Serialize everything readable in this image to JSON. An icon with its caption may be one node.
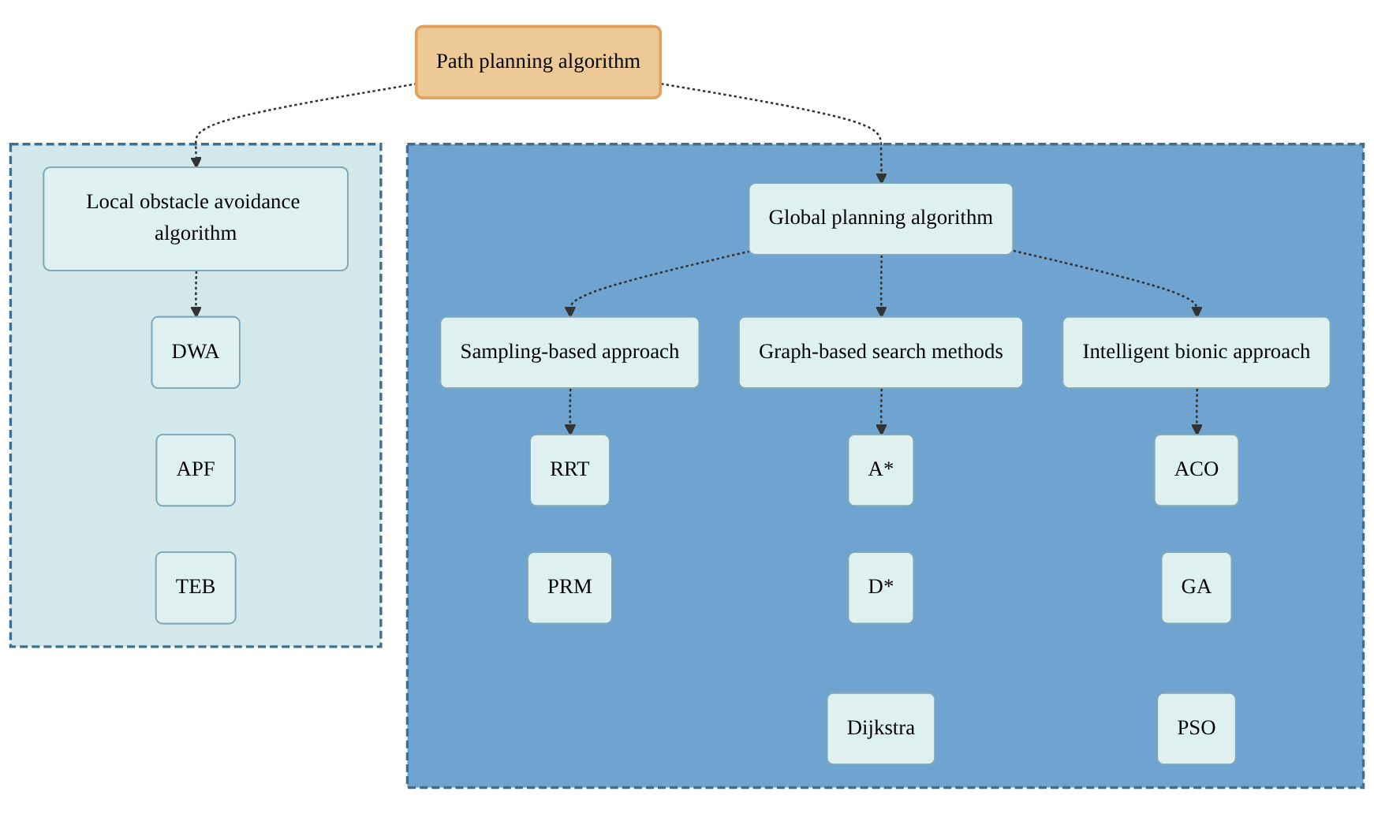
{
  "diagram": {
    "nodes": [
      {
        "text": [
          "Path planning algorithm"
        ]
      },
      {
        "text": [],
        "shape": "box"
      },
      {
        "text": [
          "Global planning algorithm"
        ],
        "in": 1
      },
      {
        "text": [
          "Sampling-based approach"
        ],
        "in": 1
      },
      {
        "text": [
          "Graph-based search methods"
        ],
        "in": 1
      },
      {
        "text": [
          "Intelligent bionic approach"
        ],
        "in": 1
      },
      {
        "text": [
          "RRT"
        ],
        "in": 1
      },
      {
        "text": [
          "PRM"
        ],
        "in": 1
      },
      {
        "text": [
          "A*"
        ],
        "in": 1
      },
      {
        "text": [
          "D*"
        ],
        "in": 1
      },
      {
        "text": [
          "Dijkstra"
        ],
        "in": 1
      },
      {
        "text": [
          "ACO"
        ],
        "in": 1
      },
      {
        "text": [
          "GA"
        ],
        "in": 1
      },
      {
        "text": [
          "PSO"
        ],
        "in": 1
      },
      {
        "text": [],
        "shape": "box"
      },
      {
        "text": [
          "Local obstacle avoidance algorithm"
        ],
        "in": 14
      },
      {
        "text": [
          "DWA"
        ],
        "in": 14
      },
      {
        "text": [
          "APF"
        ],
        "in": 14
      },
      {
        "text": [
          "TEB"
        ],
        "in": 14
      }
    ],
    "edges": [
      {
        "from": 0,
        "to": 2,
        "arrow": "to",
        "style": "dashed"
      },
      {
        "from": 0,
        "to": 15,
        "arrow": "to",
        "style": "dashed"
      },
      {
        "from": 2,
        "to": 3,
        "arrow": "to",
        "style": "dashed"
      },
      {
        "from": 2,
        "to": 4,
        "arrow": "to",
        "style": "dashed"
      },
      {
        "from": 2,
        "to": 5,
        "arrow": "to",
        "style": "dashed"
      },
      {
        "from": 3,
        "to": 6,
        "arrow": "to",
        "style": "dashed"
      },
      {
        "from": 4,
        "to": 8,
        "arrow": "to",
        "style": "dashed"
      },
      {
        "from": 5,
        "to": 11,
        "arrow": "to",
        "style": "dashed"
      },
      {
        "from": 15,
        "to": 16,
        "arrow": "to",
        "style": "dashed"
      }
    ]
  }
}
